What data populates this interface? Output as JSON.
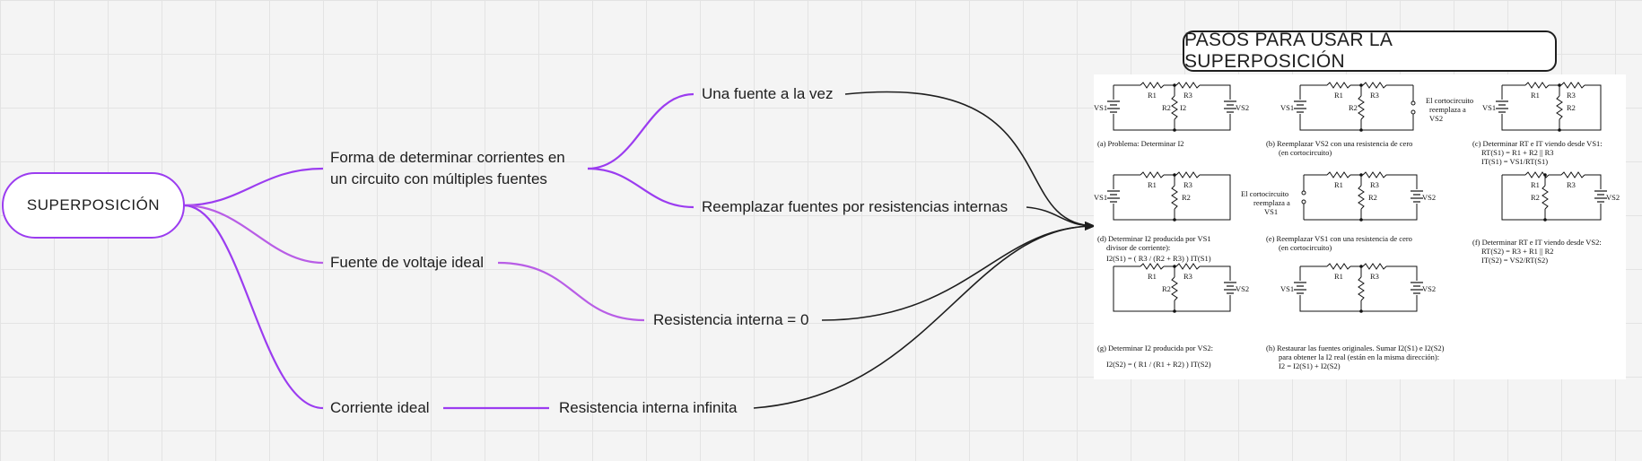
{
  "root": {
    "label": "SUPERPOSICIÓN"
  },
  "branches": {
    "forma": {
      "line1": "Forma de determinar corrientes en",
      "line2": "un circuito con múltiples fuentes"
    },
    "una_fuente": "Una fuente a la vez",
    "reemplazar": "Reemplazar fuentes por resistencias internas",
    "fuente_voltaje": "Fuente de voltaje ideal",
    "res_cero": "Resistencia interna = 0",
    "corriente": "Corriente ideal",
    "res_infinita": "Resistencia interna infinita"
  },
  "panel_title": "PASOS PARA USAR LA SUPERPOSICIÓN",
  "figure": {
    "captions": {
      "a": "(a) Problema: Determinar I2",
      "b1": "(b) Reemplazar VS2 con una resistencia de cero",
      "b2": "(en cortocircuito)",
      "c1": "(c) Determinar RT e IT viendo desde VS1:",
      "c2": "RT(S1) = R1 + R2 || R3",
      "c3": "IT(S1) = VS1/RT(S1)",
      "d1": "(d) Determinar I2 producida por VS1",
      "d2": "divisor de corriente):",
      "d3": "I2(S1) = ( R3 / (R2 + R3) ) IT(S1)",
      "e1": "(e) Reemplazar VS1 con una resistencia de cero",
      "e2": "(en cortocircuito)",
      "f1": "(f) Determinar RT e IT viendo desde VS2:",
      "f2": "RT(S2) = R3 + R1 || R2",
      "f3": "IT(S2) = VS2/RT(S2)",
      "g1": "(g) Determinar I2 producida por VS2:",
      "g2": "I2(S2) = ( R1 / (R1 + R2) ) IT(S2)",
      "h1": "(h) Restaurar las fuentes originales. Sumar I2(S1) e I2(S2)",
      "h2": "para obtener la I2 real (están en la misma dirección):",
      "h3": "I2 = I2(S1) + I2(S2)"
    },
    "short_note_b": [
      "El cortocircuito",
      "reemplaza a",
      "VS2"
    ],
    "short_note_e": [
      "El cortocircuito",
      "reemplaza a",
      "VS1"
    ],
    "component_labels": {
      "r1": "R1",
      "r2": "R2",
      "r3": "R3",
      "vs1": "VS1",
      "vs2": "VS2",
      "i2": "I2"
    }
  },
  "colors": {
    "accent": "#9b3cf0",
    "branch": "#b85de6",
    "edge": "#1e1e1e"
  }
}
